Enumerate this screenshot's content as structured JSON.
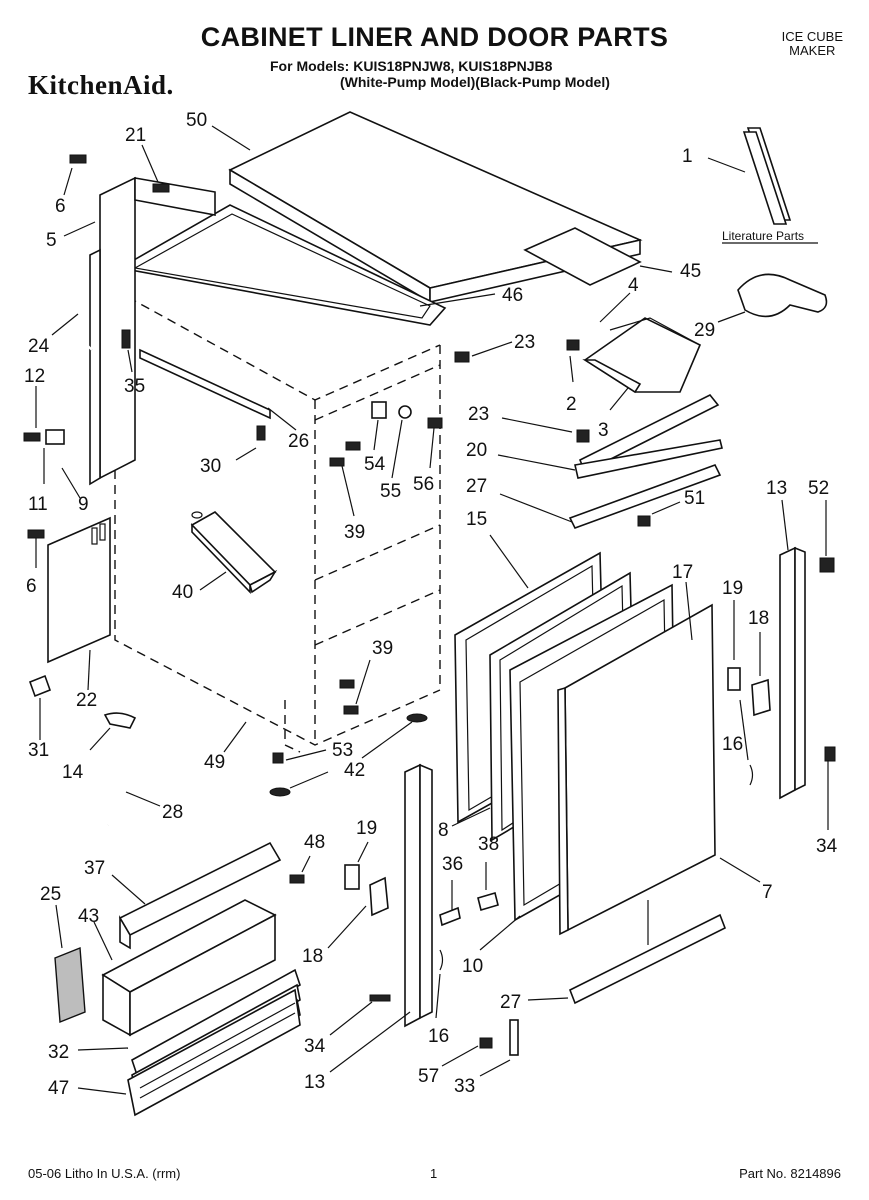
{
  "header": {
    "title": "CABINET LINER AND DOOR PARTS",
    "models_line1": "For Models: KUIS18PNJW8, KUIS18PNJB8",
    "models_line2": "(White-Pump Model)(Black-Pump Model)",
    "brand": "KitchenAid.",
    "category_line1": "ICE CUBE",
    "category_line2": "MAKER"
  },
  "literature_label": "Literature Parts",
  "footer": {
    "litho": "05-06 Litho In U.S.A. (rrm)",
    "page": "1",
    "part_no": "Part No. 8214896"
  },
  "callouts": [
    {
      "id": "50"
    },
    {
      "id": "21"
    },
    {
      "id": "1"
    },
    {
      "id": "6"
    },
    {
      "id": "5"
    },
    {
      "id": "45"
    },
    {
      "id": "4"
    },
    {
      "id": "46"
    },
    {
      "id": "24"
    },
    {
      "id": "29"
    },
    {
      "id": "23"
    },
    {
      "id": "12"
    },
    {
      "id": "35"
    },
    {
      "id": "2"
    },
    {
      "id": "23"
    },
    {
      "id": "3"
    },
    {
      "id": "30"
    },
    {
      "id": "26"
    },
    {
      "id": "54"
    },
    {
      "id": "55"
    },
    {
      "id": "56"
    },
    {
      "id": "20"
    },
    {
      "id": "11"
    },
    {
      "id": "9"
    },
    {
      "id": "39"
    },
    {
      "id": "27"
    },
    {
      "id": "51"
    },
    {
      "id": "13"
    },
    {
      "id": "52"
    },
    {
      "id": "15"
    },
    {
      "id": "6"
    },
    {
      "id": "40"
    },
    {
      "id": "17"
    },
    {
      "id": "19"
    },
    {
      "id": "18"
    },
    {
      "id": "39"
    },
    {
      "id": "22"
    },
    {
      "id": "16"
    },
    {
      "id": "31"
    },
    {
      "id": "53"
    },
    {
      "id": "14"
    },
    {
      "id": "49"
    },
    {
      "id": "42"
    },
    {
      "id": "28"
    },
    {
      "id": "34"
    },
    {
      "id": "48"
    },
    {
      "id": "19"
    },
    {
      "id": "8"
    },
    {
      "id": "38"
    },
    {
      "id": "37"
    },
    {
      "id": "36"
    },
    {
      "id": "7"
    },
    {
      "id": "25"
    },
    {
      "id": "43"
    },
    {
      "id": "18"
    },
    {
      "id": "10"
    },
    {
      "id": "27"
    },
    {
      "id": "16"
    },
    {
      "id": "32"
    },
    {
      "id": "34"
    },
    {
      "id": "57"
    },
    {
      "id": "47"
    },
    {
      "id": "13"
    },
    {
      "id": "33"
    }
  ]
}
